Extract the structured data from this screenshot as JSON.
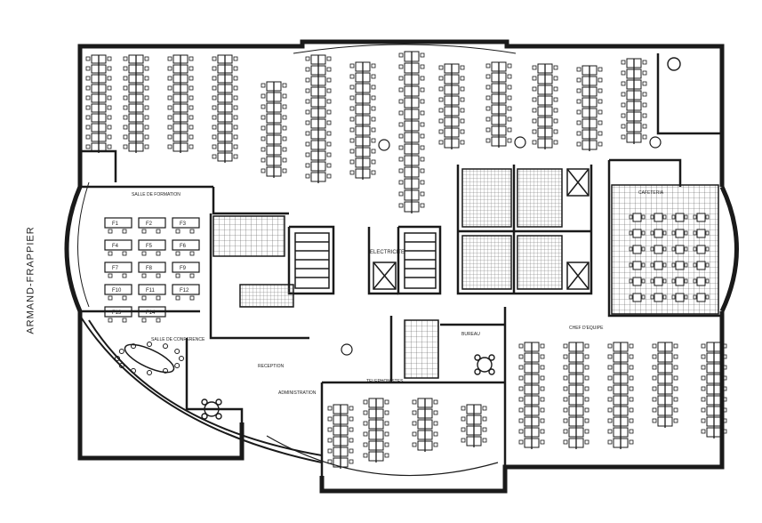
{
  "street_label": "ARMAND-FRAPPIER",
  "room_labels": {
    "training_room": "SALLE DE FORMATION",
    "conference_room": "SALLE DE CONFERENCE",
    "administration": "ADMINISTRATION",
    "electricity": "ELECTRICITE",
    "cafeteria": "CAFETERIA",
    "reception": "RECEPTION",
    "team_lead": "CHEF D'EQUIPE",
    "telephony": "TELEPHONISTES",
    "office": "BUREAU"
  },
  "training_desks": [
    "F1",
    "F2",
    "F3",
    "F4",
    "F5",
    "F6",
    "F7",
    "F8",
    "F9",
    "F10",
    "F11",
    "F12",
    "F13",
    "F14"
  ],
  "palette": {
    "line": "#1a1a1a",
    "hatch": "#444444",
    "paper": "#ffffff"
  }
}
